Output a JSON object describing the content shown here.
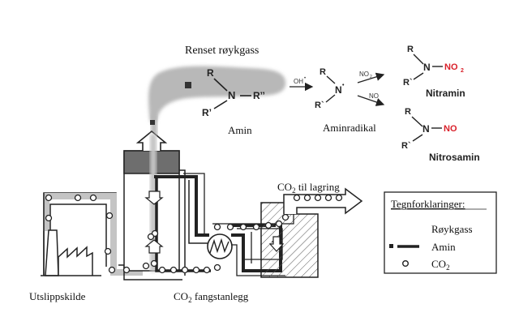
{
  "labels": {
    "cleaned_flue_gas": "Renset røykgass",
    "amine": "Amin",
    "amine_radical": "Aminradikal",
    "nitramine": "Nitramin",
    "nitrosamine": "Nitrosamin",
    "emission_source": "Utslippskilde",
    "capture_plant_prefix": "CO",
    "capture_plant_sub": "2",
    "capture_plant_suffix": " fangstanlegg",
    "storage_prefix": "CO",
    "storage_sub": "2",
    "storage_suffix": " til lagring"
  },
  "chemistry": {
    "amine_structure": {
      "r": "R",
      "r_prime": "R’",
      "r_double_prime": "R’’",
      "n": "N"
    },
    "oh_radical": "OH",
    "oh_dot": "•",
    "radical_structure": {
      "r": "R",
      "r_prime": "R`",
      "n": "N",
      "dot": "•"
    },
    "reagent_no2": "NO",
    "reagent_no2_sub": "2",
    "reagent_no": "NO",
    "nitramine_structure": {
      "r": "R",
      "r_prime": "R`",
      "n": "N",
      "group": "NO",
      "group_sub": "2"
    },
    "nitrosamine_structure": {
      "r": "R",
      "r_prime": "R`",
      "n": "N",
      "group": "NO"
    }
  },
  "legend": {
    "title": "Tegnforklaringer:",
    "items": [
      {
        "symbol": "flue-gas-band",
        "label": "Røykgass"
      },
      {
        "symbol": "amine-line",
        "label": "Amin"
      },
      {
        "symbol": "co2-circle",
        "label": "CO",
        "sub": "2"
      }
    ]
  },
  "colors": {
    "flue_gas": "#b8b8b8",
    "amine": "#222222",
    "highlight": "#d9202a",
    "absorber_top": "#6e6e6e"
  }
}
